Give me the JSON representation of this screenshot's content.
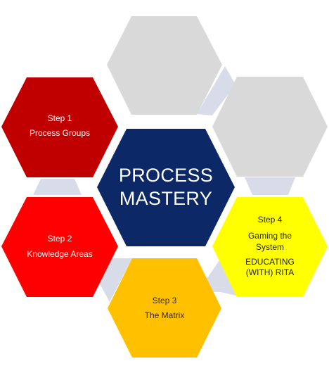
{
  "colors": {
    "background": "#ffffff",
    "connector": "#d7dce8",
    "placeholder": "#d9d9d9",
    "center": "#0c2866",
    "step1": "#c00000",
    "step2": "#ff0000",
    "step3": "#ffc000",
    "step4": "#ffff00"
  },
  "center": {
    "line1": "PROCESS",
    "line2": "MASTERY"
  },
  "step1": {
    "title": "Step 1",
    "subtitle": "Process Groups"
  },
  "step2": {
    "title": "Step 2",
    "subtitle": "Knowledge  Areas"
  },
  "step3": {
    "title": "Step 3",
    "subtitle": "The Matrix"
  },
  "step4": {
    "title": "Step 4",
    "line2": "Gaming the",
    "line3": "System",
    "line4": "EDUCATING",
    "line5": "(WITH) RITA"
  }
}
